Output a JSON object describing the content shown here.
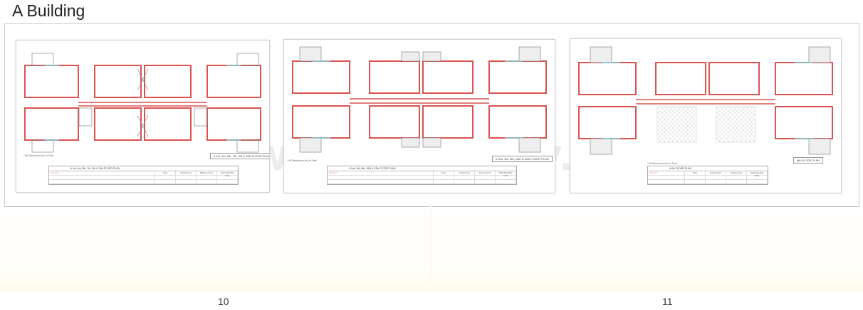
{
  "page": {
    "title": "A Building"
  },
  "cards": [
    {
      "caption": "# 1st, 3rd, 5th, 7th, 9th & 11th FLOOR PLAN",
      "note": "* All Dimension Are In Feet",
      "table_heading": "# 1st, 3rd, 5th, 7th, 9th & 11th FLOOR PLAN",
      "table_columns": [
        "Flat Nos",
        "Type",
        "Carpet Area",
        "Balcony Area",
        "Total Saleable Area"
      ]
    },
    {
      "caption": "# 2nd, 4th, 6th, 10th & 12th FLOOR PLAN",
      "note": "* All Dimension Are In Feet",
      "table_heading": "# 2nd, 4th, 6th, 10th & 12th FLOOR PLAN",
      "table_columns": [
        "Flat Nos",
        "Type",
        "Carpet Area",
        "Terrace Area",
        "Total Saleable Area"
      ]
    },
    {
      "caption": "8th FLOOR PLAN",
      "note": "* All Dimension Are In Feet",
      "table_heading": "# 8th FLOOR PLAN",
      "table_columns": [
        "Flat Nos",
        "Type",
        "Carpet Area",
        "Terrace Area",
        "Total Saleable Area"
      ]
    }
  ],
  "watermark": "www.AZProperty.in",
  "page_numbers": [
    "10",
    "11"
  ],
  "colors": {
    "wall": "#d9534f",
    "wall_light": "#e88a8a",
    "window": "#7fd3d8",
    "text": "#222222",
    "frame_border": "#c8c8c8"
  }
}
